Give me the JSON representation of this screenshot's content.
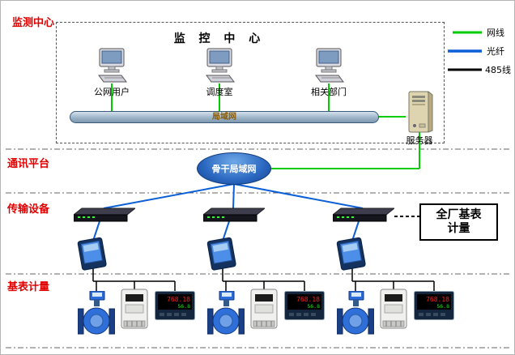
{
  "diagram": {
    "layers": {
      "monitoring_center": "监测中心",
      "comm_platform": "通讯平台",
      "transmission": "传输设备",
      "metering": "基表计量"
    },
    "monitoring_box": {
      "title": "监 控 中 心",
      "workstations": [
        {
          "label": "公网用户"
        },
        {
          "label": "调度室"
        },
        {
          "label": "相关部门"
        }
      ],
      "lan_label": "局域网",
      "server_label": "服务器"
    },
    "legend": {
      "items": [
        {
          "label": "网线",
          "color": "#00cc00"
        },
        {
          "label": "光纤",
          "color": "#0b5fd8"
        },
        {
          "label": "485线",
          "color": "#000000"
        }
      ]
    },
    "backbone": {
      "label": "骨干局域网"
    },
    "side_box": {
      "line1": "全厂基表",
      "line2": "计量"
    },
    "panel_meter": {
      "red_value": "768.18",
      "green_value": "56.8"
    }
  }
}
